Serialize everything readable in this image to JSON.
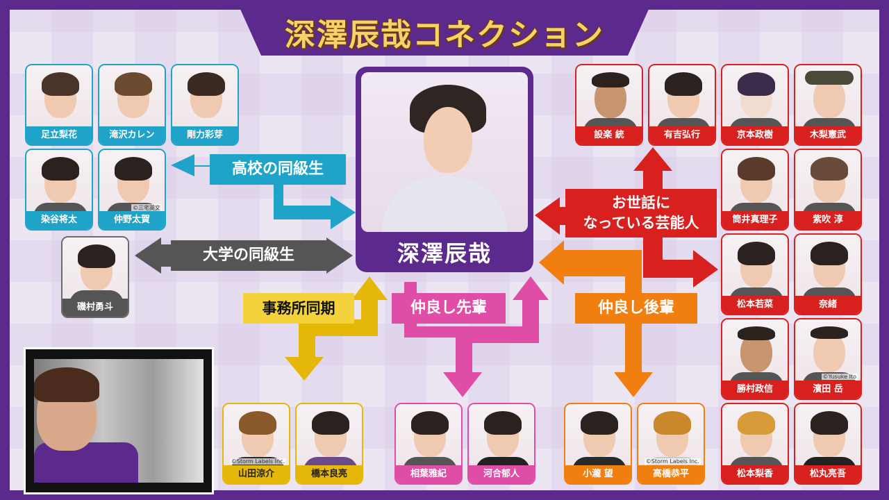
{
  "title": "深澤辰哉コネクション",
  "center": {
    "name": "深澤辰哉"
  },
  "groups": {
    "high_school": {
      "label": "高校の同級生",
      "color": "#1fa3c9",
      "people": [
        {
          "name": "足立梨花"
        },
        {
          "name": "滝沢カレン"
        },
        {
          "name": "剛力彩芽"
        },
        {
          "name": "染谷将太"
        },
        {
          "name": "仲野太賀",
          "credit": "©三宅英文"
        }
      ]
    },
    "university": {
      "label": "大学の同級生",
      "color": "#555555",
      "people": [
        {
          "name": "磯村勇斗"
        }
      ]
    },
    "agency": {
      "label": "事務所同期",
      "color": "#e5b708",
      "people": [
        {
          "name": "山田涼介",
          "credit": "©Storm Labels Inc."
        },
        {
          "name": "橋本良亮"
        }
      ]
    },
    "senpai": {
      "label": "仲良し先輩",
      "color": "#df4da6",
      "people": [
        {
          "name": "相葉雅紀"
        },
        {
          "name": "河合郁人"
        }
      ]
    },
    "kouhai": {
      "label": "仲良し後輩",
      "color": "#f07f10",
      "people": [
        {
          "name": "小瀧 望"
        },
        {
          "name": "高橋恭平",
          "credit": "©Storm Labels Inc."
        }
      ]
    },
    "mentors": {
      "label_line1": "お世話に",
      "label_line2": "なっている芸能人",
      "color": "#d8201e",
      "people": [
        {
          "name": "設楽 統"
        },
        {
          "name": "有吉弘行"
        },
        {
          "name": "京本政樹"
        },
        {
          "name": "木梨憲武"
        },
        {
          "name": "筒井真理子"
        },
        {
          "name": "紫吹 淳"
        },
        {
          "name": "松本若菜"
        },
        {
          "name": "奈緒"
        },
        {
          "name": "勝村政信"
        },
        {
          "name": "濱田 岳",
          "credit": "©Yusuke Ito"
        },
        {
          "name": "松本梨香"
        },
        {
          "name": "松丸亮吾"
        }
      ]
    }
  }
}
